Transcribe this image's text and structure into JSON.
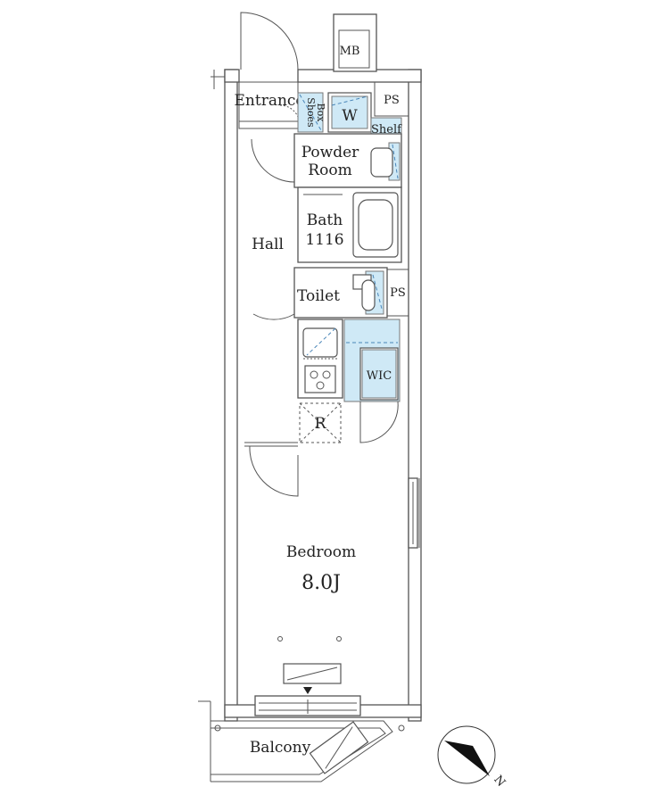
{
  "rooms": {
    "mb": "MB",
    "ps_top": "PS",
    "entrance": "Entrance",
    "shoes_box_line1": "Shoes",
    "shoes_box_line2": "Box",
    "washer": "W",
    "shelf": "Shelf",
    "powder_room_line1": "Powder",
    "powder_room_line2": "Room",
    "bath_line1": "Bath",
    "bath_line2": "1116",
    "hall": "Hall",
    "toilet": "Toilet",
    "ps_mid": "PS",
    "wic": "WIC",
    "refrigerator": "R",
    "bedroom": "Bedroom",
    "bedroom_size": "8.0J",
    "balcony": "Balcony"
  },
  "compass": {
    "label": "N"
  },
  "colors": {
    "wall_stroke": "#555555",
    "storage_fill": "#cfe9f6",
    "fixture_dash": "#4a86b8",
    "compass_fill": "#111111"
  }
}
